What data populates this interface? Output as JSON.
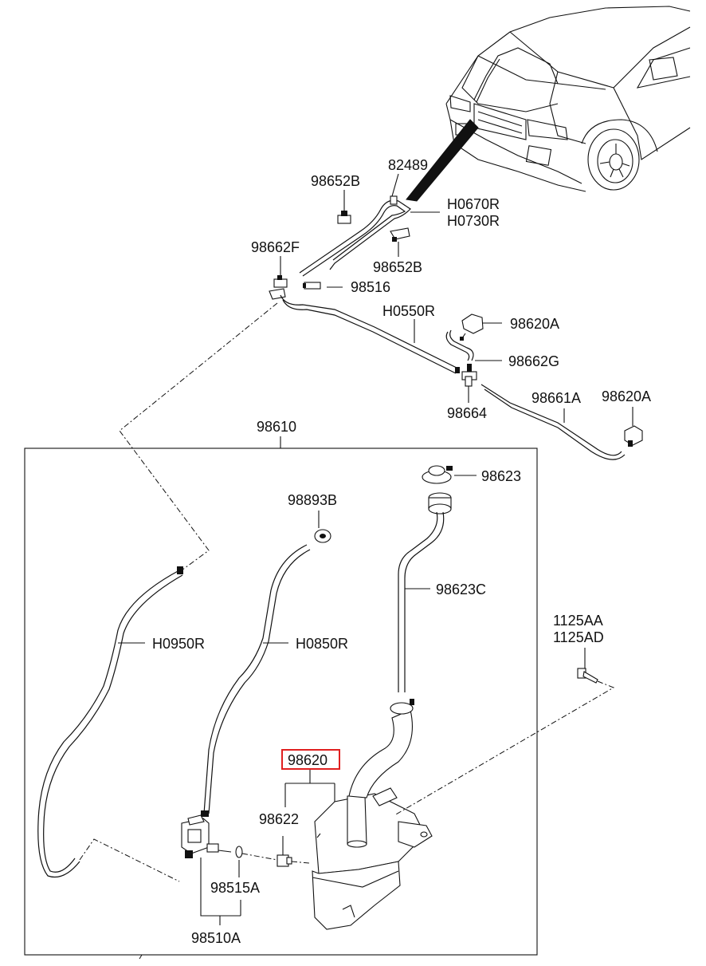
{
  "labels": {
    "l82489": "82489",
    "l98652B_top": "98652B",
    "lH0670R": "H0670R",
    "lH0730R": "H0730R",
    "l98662F": "98662F",
    "l98652B_mid": "98652B",
    "l98516": "98516",
    "lH0550R": "H0550R",
    "l98620A_top": "98620A",
    "l98662G": "98662G",
    "l98664": "98664",
    "l98661A": "98661A",
    "l98620A_right": "98620A",
    "l98610": "98610",
    "l98623": "98623",
    "l98893B": "98893B",
    "l98623C": "98623C",
    "l1125AA": "1125AA",
    "l1125AD": "1125AD",
    "lH0950R": "H0950R",
    "lH0850R": "H0850R",
    "l98620": "98620",
    "l98622": "98622",
    "l98515A": "98515A",
    "l98510A": "98510A"
  },
  "highlight_color": "#e02020",
  "line_color": "#111111"
}
